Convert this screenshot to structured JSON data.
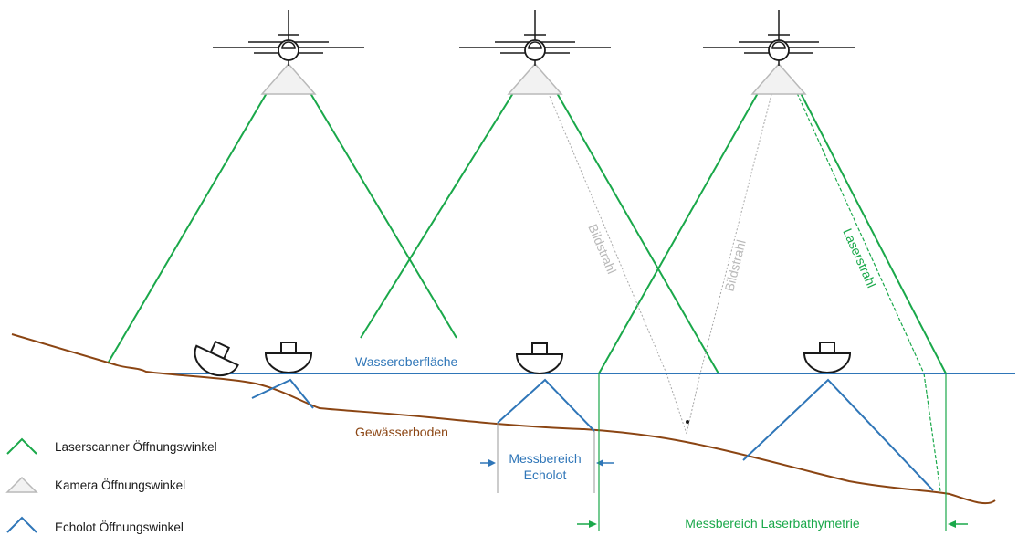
{
  "colors": {
    "laser": "#1aa84a",
    "camera": "#b9b9b9",
    "echo": "#2f76b8",
    "water": "#2f76b8",
    "ground": "#8b4513",
    "dark": "#1a1a1a"
  },
  "labels": {
    "water_surface": "Wasseroberfläche",
    "ground": "Gewässerboden",
    "image_ray_1": "Bildstrahl",
    "image_ray_2": "Bildstrahl",
    "laser_ray": "Laserstrahl",
    "echo_area_line1": "Messbereich",
    "echo_area_line2": "Echolot",
    "laser_area": "Messbereich Laserbathymetrie"
  },
  "legend": [
    {
      "icon": "laser-angle-icon",
      "label": "Laserscanner Öffnungswinkel"
    },
    {
      "icon": "camera-angle-icon",
      "label": "Kamera Öffnungswinkel"
    },
    {
      "icon": "echo-angle-icon",
      "label": "Echolot Öffnungswinkel"
    }
  ]
}
